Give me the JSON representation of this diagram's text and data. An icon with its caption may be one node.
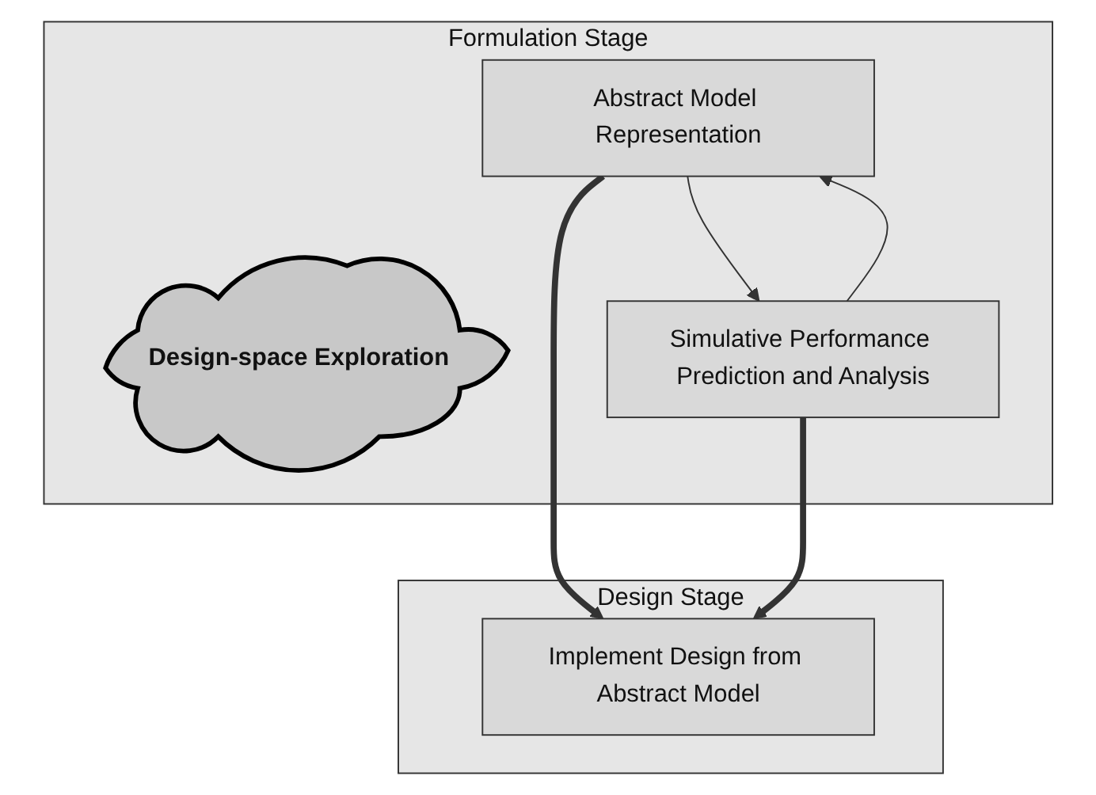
{
  "diagram": {
    "nodes": [
      {
        "text": [
          "Formulation Stage"
        ]
      },
      {
        "text": [
          "Abstract Model Representation"
        ],
        "in": 0
      },
      {
        "text": [
          "Design-space Exploration"
        ],
        "in": 0
      },
      {
        "text": [
          "Simulative Performance Prediction and Analysis"
        ],
        "in": 0
      },
      {
        "text": [
          "Design Stage"
        ]
      },
      {
        "text": [
          "Implement Design from Abstract Model"
        ],
        "in": 4
      }
    ],
    "edges": [
      {
        "from": 3,
        "to": 1,
        "arrow": "to"
      },
      {
        "from": 1,
        "to": 3,
        "arrow": "to"
      },
      {
        "from": 1,
        "to": 5,
        "arrow": "to",
        "style": "thick"
      },
      {
        "from": 3,
        "to": 5,
        "arrow": "to",
        "style": "thick"
      }
    ]
  }
}
